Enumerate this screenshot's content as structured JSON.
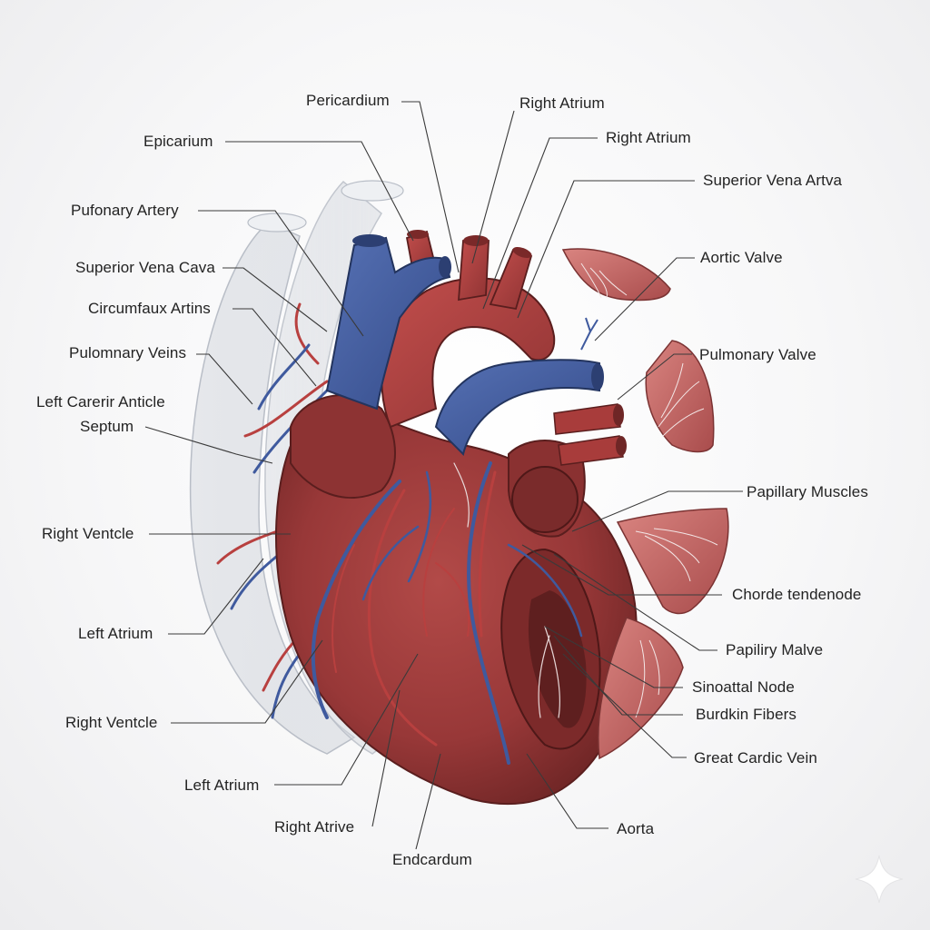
{
  "labels": {
    "pericardium": "Pericardium",
    "right_atrium_1": "Right Atrium",
    "right_atrium_2": "Right Atrium",
    "epicarium": "Epicarium",
    "superior_vena_artva": "Superior Vena Artva",
    "pufonary_artery": "Pufonary Artery",
    "superior_vena_cava": "Superior Vena Cava",
    "aortic_valve": "Aortic Valve",
    "circumfaux_artins": "Circumfaux Artins",
    "pulomnary_veins": "Pulomnary Veins",
    "pulmonary_valve": "Pulmonary Valve",
    "left_carerir_anticle": "Left Carerir Anticle",
    "septum": "Septum",
    "papillary_muscles": "Papillary Muscles",
    "right_ventcle_1": "Right Ventcle",
    "chorde_tendenode": "Chorde tendenode",
    "left_atrium_1": "Left Atrium",
    "papiliry_malve": "Papiliry Malve",
    "sinoattal_node": "Sinoattal Node",
    "burdkin_fibers": "Burdkin Fibers",
    "right_ventcle_2": "Right Ventcle",
    "great_cardic_vein": "Great Cardic Vein",
    "left_atrium_2": "Left Atrium",
    "right_atrive": "Right Atrive",
    "aorta": "Aorta",
    "endcardum": "Endcardum"
  },
  "colors": {
    "myocardium": "#9b3a3a",
    "myocardium_dark": "#6e2626",
    "artery": "#b8403f",
    "vein": "#3f5a9e",
    "valve": "#c96a6a",
    "pericardium": "#d9dde3"
  },
  "icons": {
    "watermark": "sparkle-icon"
  }
}
